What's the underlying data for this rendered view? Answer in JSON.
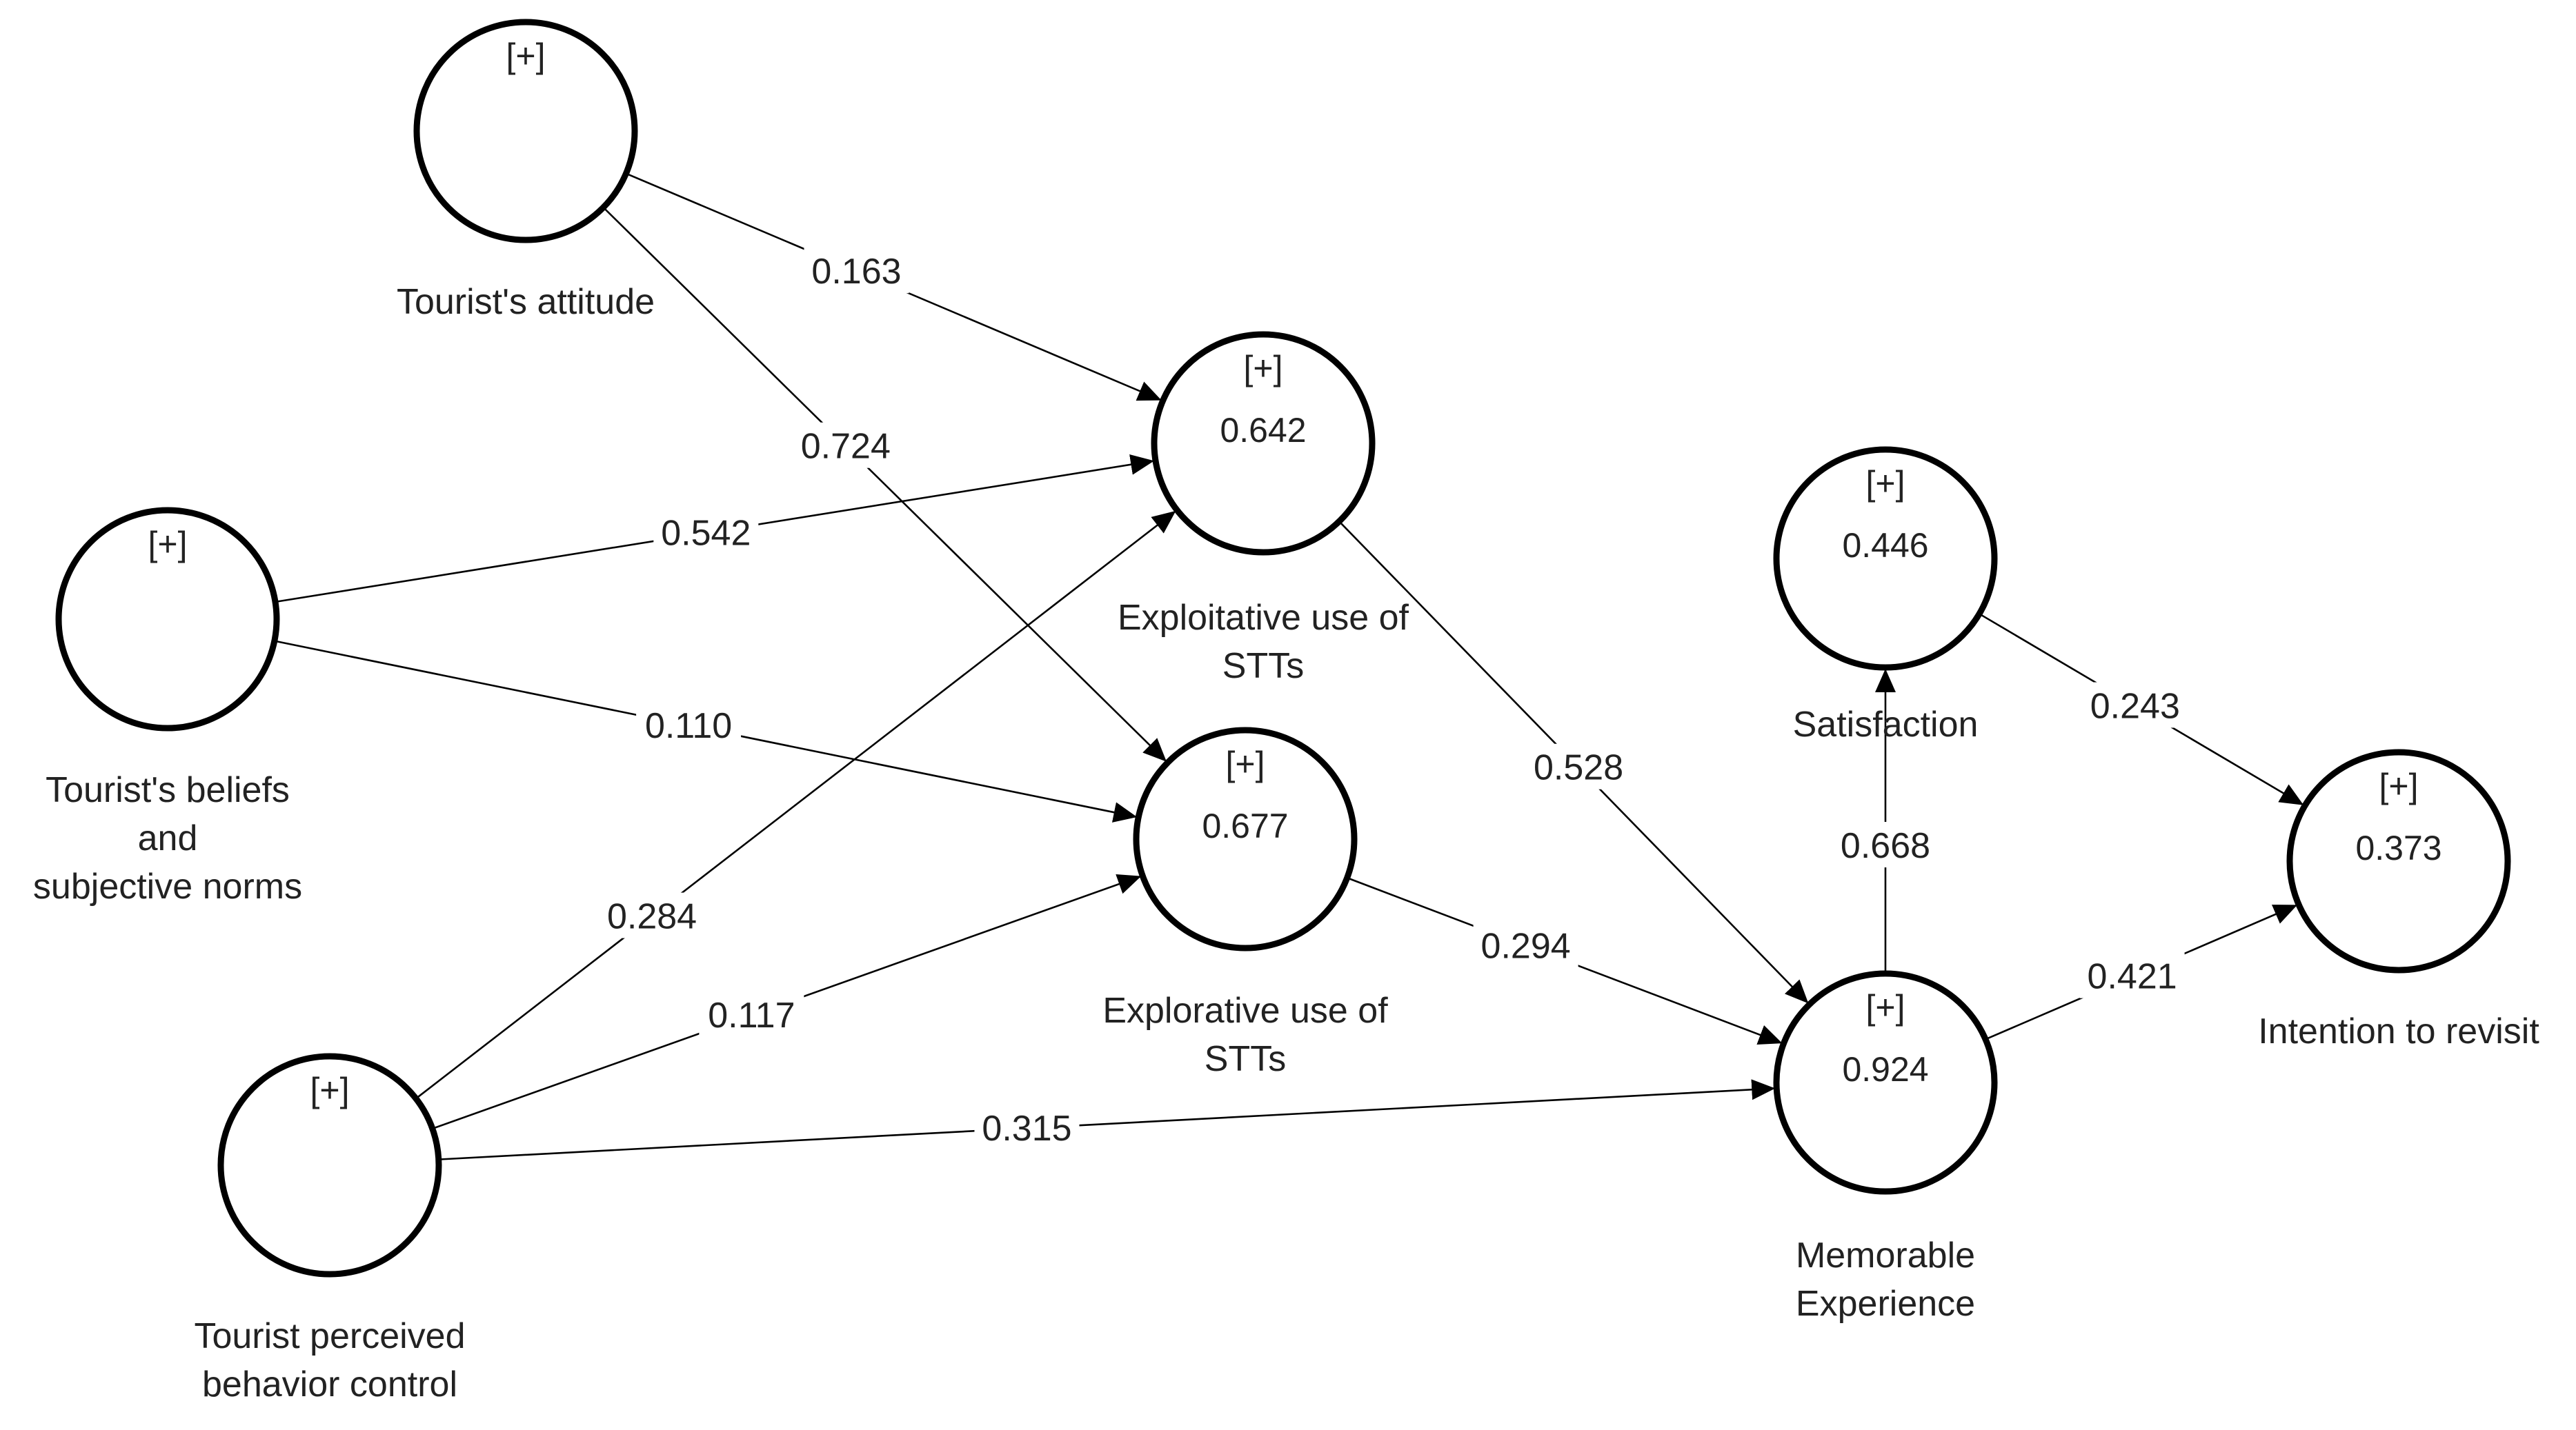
{
  "diagram": {
    "nodes": [
      {
        "id": "attitude",
        "toggle": "[+]",
        "r2": "",
        "label_lines": [
          "Tourist's attitude"
        ]
      },
      {
        "id": "beliefs",
        "toggle": "[+]",
        "r2": "",
        "label_lines": [
          "Tourist's beliefs",
          "and",
          "subjective norms"
        ]
      },
      {
        "id": "control",
        "toggle": "[+]",
        "r2": "",
        "label_lines": [
          "Tourist perceived",
          "behavior control"
        ]
      },
      {
        "id": "exploitative",
        "toggle": "[+]",
        "r2": "0.642",
        "label_lines": [
          "Exploitative use of",
          "STTs"
        ]
      },
      {
        "id": "explorative",
        "toggle": "[+]",
        "r2": "0.677",
        "label_lines": [
          "Explorative use of",
          "STTs"
        ]
      },
      {
        "id": "memorable",
        "toggle": "[+]",
        "r2": "0.924",
        "label_lines": [
          "Memorable",
          "Experience"
        ]
      },
      {
        "id": "satisfaction",
        "toggle": "[+]",
        "r2": "0.446",
        "label_lines": [
          "Satisfaction"
        ]
      },
      {
        "id": "revisit",
        "toggle": "[+]",
        "r2": "0.373",
        "label_lines": [
          "Intention to revisit"
        ]
      }
    ],
    "edges": [
      {
        "from": "attitude",
        "to": "exploitative",
        "coefficient": "0.163"
      },
      {
        "from": "attitude",
        "to": "explorative",
        "coefficient": "0.724"
      },
      {
        "from": "beliefs",
        "to": "exploitative",
        "coefficient": "0.542"
      },
      {
        "from": "beliefs",
        "to": "explorative",
        "coefficient": "0.110"
      },
      {
        "from": "control",
        "to": "exploitative",
        "coefficient": "0.284"
      },
      {
        "from": "control",
        "to": "explorative",
        "coefficient": "0.117"
      },
      {
        "from": "control",
        "to": "memorable",
        "coefficient": "0.315"
      },
      {
        "from": "exploitative",
        "to": "memorable",
        "coefficient": "0.528"
      },
      {
        "from": "explorative",
        "to": "memorable",
        "coefficient": "0.294"
      },
      {
        "from": "memorable",
        "to": "satisfaction",
        "coefficient": "0.668"
      },
      {
        "from": "satisfaction",
        "to": "revisit",
        "coefficient": "0.243"
      },
      {
        "from": "memorable",
        "to": "revisit",
        "coefficient": "0.421"
      }
    ]
  }
}
